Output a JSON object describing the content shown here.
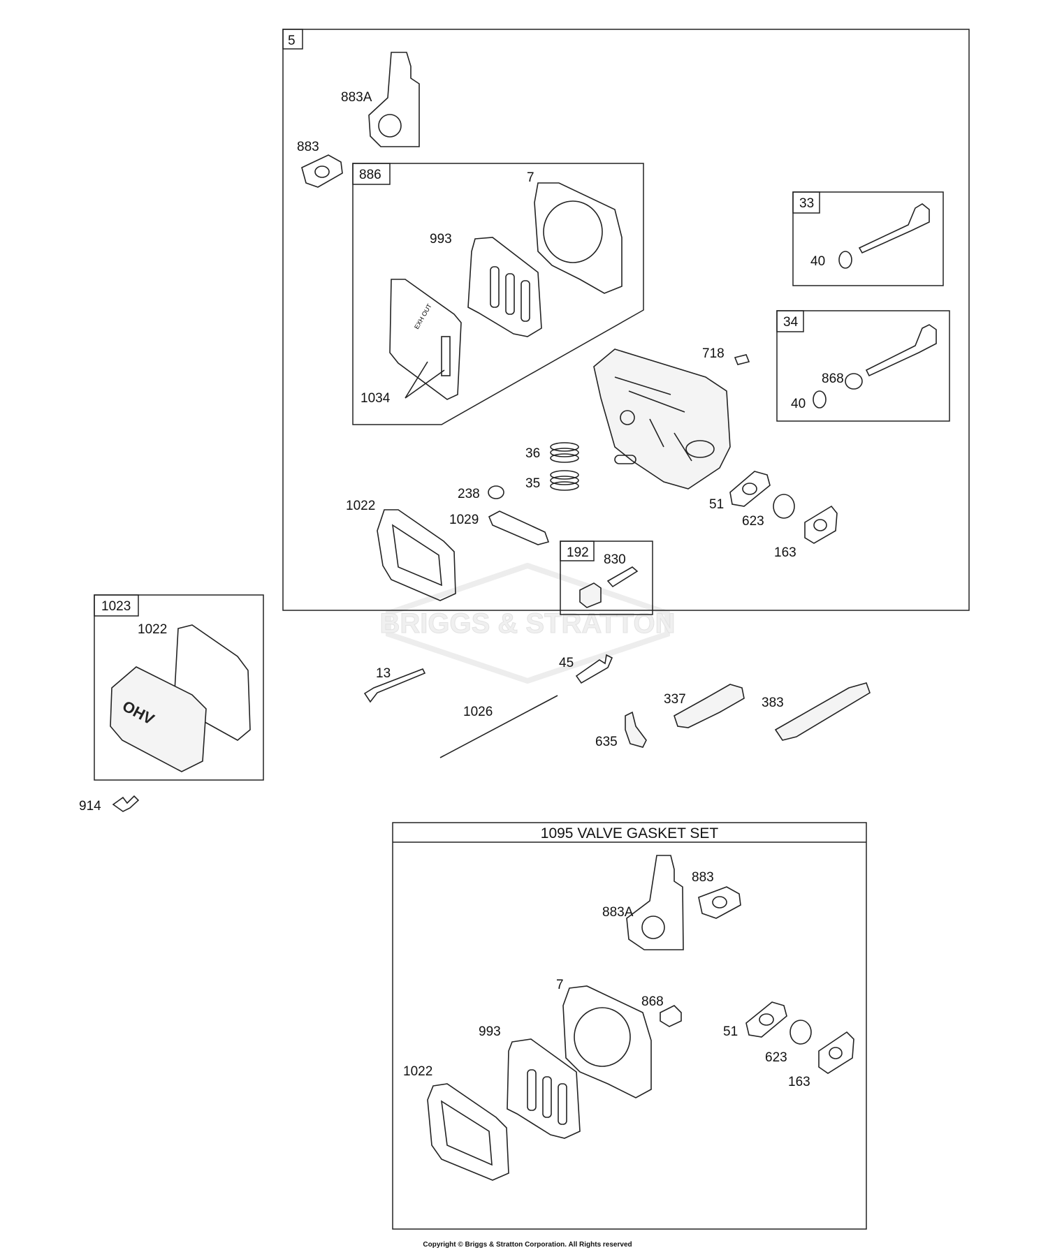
{
  "callouts": {
    "box5": "5",
    "b5_883A": "883A",
    "b5_883": "883",
    "box886": "886",
    "b886_7": "7",
    "b886_993": "993",
    "b886_1034": "1034",
    "box33": "33",
    "b33_40": "40",
    "box34": "34",
    "b34_868": "868",
    "b34_40": "40",
    "b5_718": "718",
    "b5_36": "36",
    "b5_35": "35",
    "b5_238": "238",
    "b5_1022": "1022",
    "b5_1029": "1029",
    "box192": "192",
    "b192_830": "830",
    "b5_51": "51",
    "b5_623": "623",
    "b5_163": "163",
    "box1023": "1023",
    "b1023_1022": "1022",
    "p914": "914",
    "p13": "13",
    "p45": "45",
    "p1026": "1026",
    "p337": "337",
    "p383": "383",
    "p635": "635",
    "vgs_title": "1095 VALVE GASKET SET",
    "v_883A": "883A",
    "v_883": "883",
    "v_7": "7",
    "v_868": "868",
    "v_993": "993",
    "v_1022": "1022",
    "v_51": "51",
    "v_623": "623",
    "v_163": "163"
  },
  "cover_lettering": "OHV",
  "head_lettering": "EXH OUT",
  "watermark": "BRIGGS & STRATTON",
  "footer": "Copyright © Briggs & Stratton Corporation. All Rights reserved"
}
